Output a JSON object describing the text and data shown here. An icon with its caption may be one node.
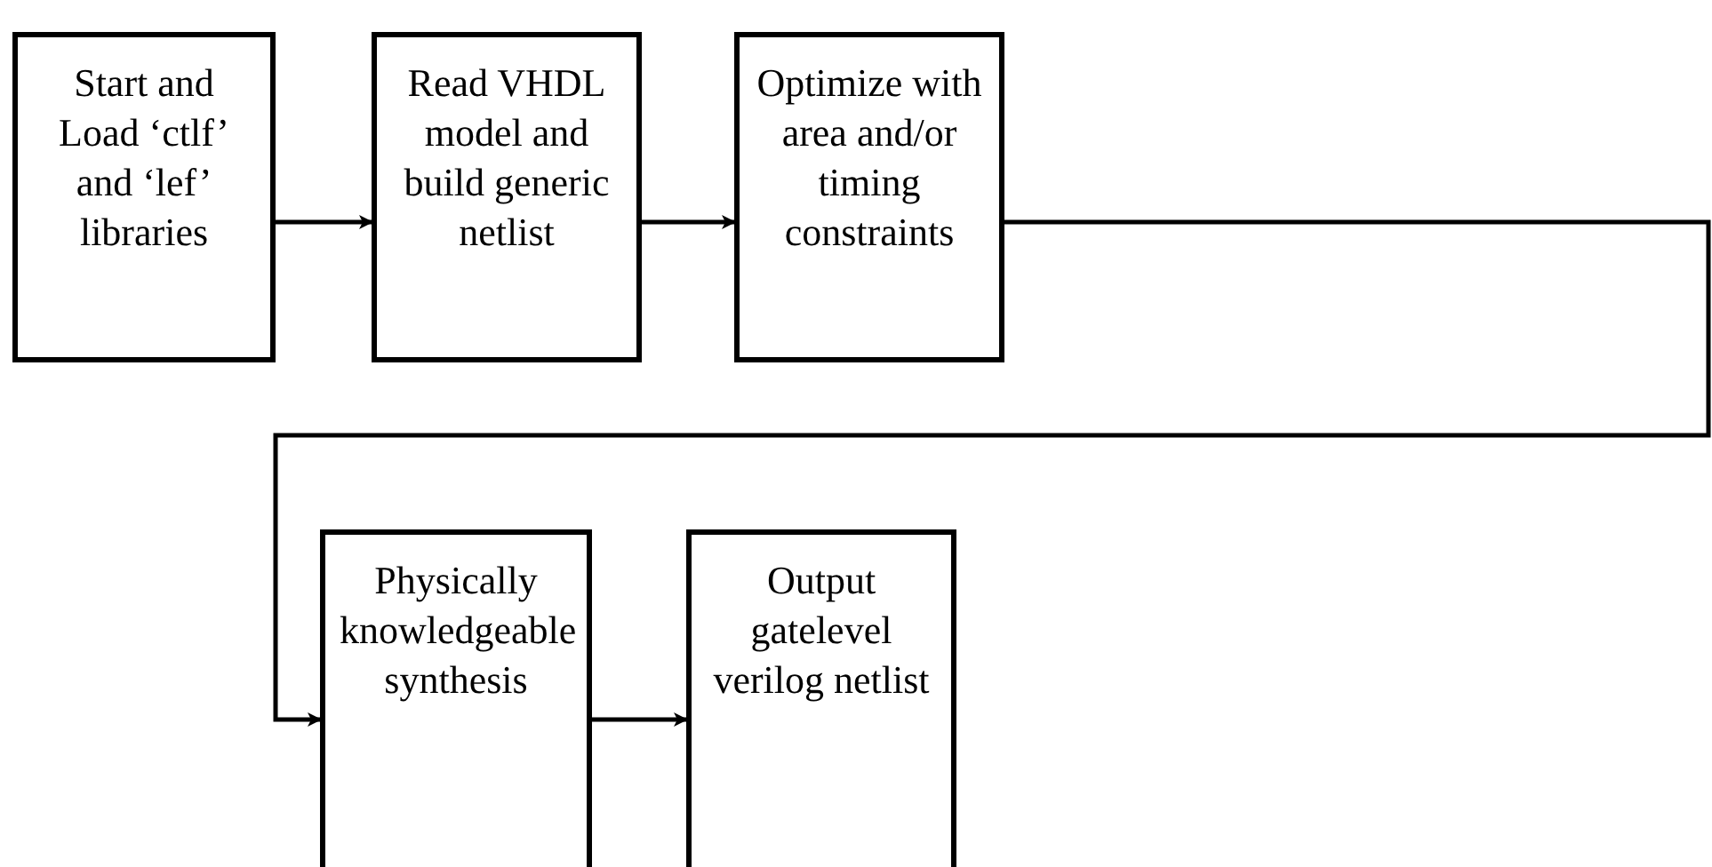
{
  "diagram": {
    "nodes": [
      {
        "text": [
          "Start and Load ‘ctlf’ and ‘lef’ libraries"
        ]
      },
      {
        "text": [
          "Read VHDL model and build generic netlist"
        ]
      },
      {
        "text": [
          "Optimize with area and/or timing constraints"
        ]
      },
      {
        "text": [
          "Physically knowledgeable synthesis"
        ]
      },
      {
        "text": [
          "Output gatelevel verilog netlist"
        ]
      }
    ],
    "edges": [
      {
        "from": 0,
        "to": 1,
        "arrow": "to"
      },
      {
        "from": 1,
        "to": 2,
        "arrow": "to"
      },
      {
        "from": 2,
        "to": 3,
        "arrow": "to"
      },
      {
        "from": 3,
        "to": 4,
        "arrow": "to"
      }
    ]
  }
}
